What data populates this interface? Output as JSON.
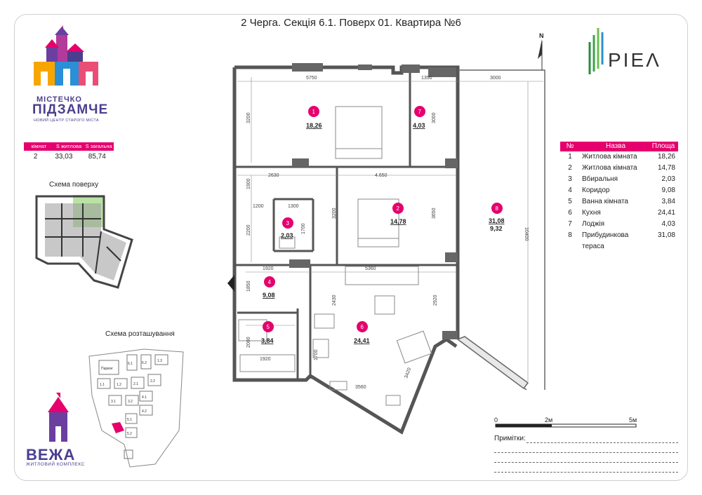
{
  "title": "2 Черга. Секція 6.1. Поверх 01. Квартира №6",
  "brand": {
    "name_line1": "МІСТЕЧКО",
    "name_line2": "ПІДЗАМЧЕ",
    "tagline": "НОВИЙ ЦЕНТР СТАРОГО МІСТА"
  },
  "summary": {
    "headers": [
      "кімнат",
      "S житлова",
      "S загальна"
    ],
    "values": [
      "2",
      "33,03",
      "85,74"
    ]
  },
  "schemes": {
    "floor_label": "Схема поверху",
    "site_label": "Схема розташування",
    "site_labels": [
      "Паркінг",
      "6.1",
      "6.2",
      "1.1",
      "1.2",
      "2.1",
      "2.2",
      "3.1",
      "3.2",
      "4.1",
      "4.2",
      "5.1",
      "5.2",
      "1.3"
    ]
  },
  "complex": {
    "name": "ВЕЖА",
    "sub": "ЖИТЛОВИЙ КОМПЛЕКС"
  },
  "developer": {
    "name": "PIEΛ"
  },
  "north_label": "N",
  "plan": {
    "dims": [
      "5750",
      "1350",
      "3000",
      "3200",
      "3000",
      "2630",
      "4.650",
      "1900",
      "1200",
      "1300",
      "2200",
      "1700",
      "3200",
      "3650",
      "10400",
      "1920",
      "5360",
      "1850",
      "2430",
      "2920",
      "2000",
      "1920",
      "1700",
      "3560",
      "3420"
    ],
    "rooms": [
      {
        "num": "1",
        "area": "18,26"
      },
      {
        "num": "2",
        "area": "14,78"
      },
      {
        "num": "3",
        "area": "2,03"
      },
      {
        "num": "4",
        "area": "9,08"
      },
      {
        "num": "5",
        "area": "3,84"
      },
      {
        "num": "6",
        "area": "24,41"
      },
      {
        "num": "7",
        "area": "4,03"
      },
      {
        "num": "8",
        "area": "31,08",
        "area2": "9,32"
      }
    ]
  },
  "room_table": {
    "headers": [
      "№",
      "Назва",
      "Площа"
    ],
    "rows": [
      {
        "n": "1",
        "name": "Житлова кімната",
        "area": "18,26"
      },
      {
        "n": "2",
        "name": "Житлова кімната",
        "area": "14,78"
      },
      {
        "n": "3",
        "name": "Вбиральня",
        "area": "2,03"
      },
      {
        "n": "4",
        "name": "Коридор",
        "area": "9,08"
      },
      {
        "n": "5",
        "name": "Ванна кімната",
        "area": "3,84"
      },
      {
        "n": "6",
        "name": "Кухня",
        "area": "24,41"
      },
      {
        "n": "7",
        "name": "Лоджія",
        "area": "4,03"
      },
      {
        "n": "8",
        "name": "Прибудинкова тераса",
        "area": "31,08"
      }
    ]
  },
  "scale": {
    "labels": [
      "0",
      "2м",
      "5м"
    ]
  },
  "notes": {
    "label": "Примітки:"
  },
  "colors": {
    "accent": "#e5006d",
    "brand": "#4a3f8f",
    "wall": "#555555"
  }
}
